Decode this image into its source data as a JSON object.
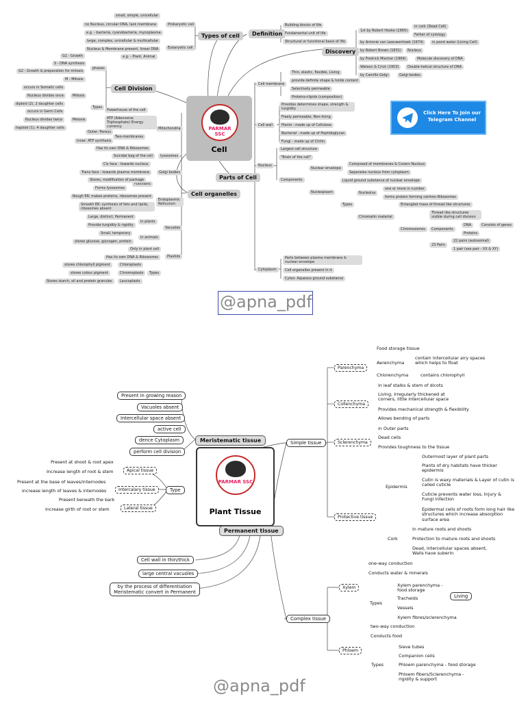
{
  "cell": {
    "title": "Cell",
    "logo": "PARMAR SSC",
    "types_hub": "Types of cell",
    "prokaryotic": "Prokaryotic cell",
    "eukaryotic": "Eukaryotic cell",
    "prok_items": [
      "small, simple, unicellular",
      "no Nucleus, circular DNA, lack membrane",
      "e.g. - bacteria, cyanobacteria, mycoplasma"
    ],
    "euk_items": [
      "large, complex, unicellular & multicellular",
      "Nucleus & Membrane present, linear DNA",
      "e.g. - Plant, Animal"
    ],
    "definition_hub": "Definition",
    "def_items": [
      "Building blocks of life",
      "Fundamental unit of life",
      "Structural or functional basis of life"
    ],
    "discovery_hub": "Discovery",
    "disc_items": [
      "1st by Robert Hooke (1665)",
      "by Antonie van Leeuwenhoek (1674)",
      "by Robert Brown (1831)",
      "by Fredrick Mischer (1869)",
      "Watson & Crick (1953)",
      "by Camillo Golgi"
    ],
    "disc_right": [
      "in cork (Dead Cell)",
      "Father of cytology",
      "in pond water (Living Cell)",
      "Nucleus",
      "Molecule discovery of DNA",
      "Double-helical structure of DNA",
      "Golgi bodies"
    ],
    "division_hub": "Cell Division",
    "phases": "phases",
    "phase_items": [
      "G1 - Growth",
      "S - DNA synthesis",
      "G2 - Growth & preparation for mitosis",
      "M - Mitosis"
    ],
    "types": "Types",
    "mitosis": "Mitosis",
    "meiosis": "Meiosis",
    "mitosis_items": [
      "occurs in Somatic cells",
      "Nucleus divides once",
      "diploid (2), 2 daughter cells"
    ],
    "meiosis_items": [
      "occurs in Germ Cells",
      "Nucleus divides twice",
      "haploid (1), 4 daughter cells"
    ],
    "organelles_hub": "Cell organelles",
    "mito": "Mitochondria",
    "mito_items": [
      "Powerhouse of the cell",
      "ATP (Adenosine Triphosphate) Energy currency",
      "Has its own DNA & Ribosomes"
    ],
    "two_membranes": "Two-membranes",
    "membranes": [
      "Outer: Porous",
      "Inner: ATP synthesis"
    ],
    "lysosomes": "lysosomes",
    "lyso_item": "Suicidal bag of the cell",
    "golgi": "Golgi bodies",
    "golgi_items": [
      "Cis face - towards nucleus",
      "Trans face - towards plasma membrane"
    ],
    "functions": "Functions",
    "func_items": [
      "Stores, modification of package",
      "Forms lysosomes"
    ],
    "er": "Endoplasmic Reticulum",
    "er_items": [
      "Rough ER: makes proteins, ribosomes present",
      "Smooth ER: synthesis of fats and lipids, ribosomes absent"
    ],
    "vacuoles": "Vacuoles",
    "in_plants": "in plants",
    "in_animals": "in animals",
    "vac_plant": [
      "Large, distinct, Permanent",
      "Provide turgidity & rigidity"
    ],
    "vac_animal": [
      "Small, temporary",
      "stores glucose, glycogen, protein"
    ],
    "plastids": "Plastids",
    "plastid_items": [
      "Only in plant cell",
      "Has its own DNA & Ribosomes"
    ],
    "plastid_types": "Types",
    "chloro": [
      "stores chlorophyll pigment",
      "Chloroplasts"
    ],
    "chromo": [
      "stores colour pigment",
      "Chromoplasts"
    ],
    "leuco": [
      "Stores starch, oil and protein granules",
      "Leucoplasts"
    ],
    "parts_hub": "Parts of Cell",
    "membrane": "Cell membrane",
    "membrane_items": [
      "Thin, elastic, flexible, Living",
      "provide definite shape & holds content",
      "Selectively permeable",
      "Proteins+lipids (composition)"
    ],
    "wall": "Cell wall",
    "wall_items": [
      "Provides determines shape, strength & turgidity",
      "Freely permeable, Non-living",
      "Plants - made up of Cellulose",
      "Bacterial - made up of Peptidoglycan",
      "Fungi - made up of Chitin"
    ],
    "nucleus": "Nucleus",
    "nucleus_items": [
      "Largest cell structure",
      "\"Brain of the cell\""
    ],
    "components": "Components",
    "envelope": "Nuclear envelope",
    "env_items": [
      "Composed of membranes & Covers Nucleus",
      "Separates nucleus from cytoplasm"
    ],
    "nucleoplasm": "Nucleoplasm",
    "nucleoplasm_item": "Liquid ground substance of nuclear envelope",
    "types2": "Types",
    "nucleolus": "Nucleolus",
    "nucleolus_items": [
      "one or more in number",
      "forms protein forming centres-Ribosomes"
    ],
    "chromatin": "Chromatin material",
    "chromatin_item": "Entangled mass of thread like structures",
    "chromosomes": "Chromosomes",
    "chromo_item": "Thread like structures visible during cell division",
    "components2": "Components",
    "dna": "DNA",
    "dna_right": "Consists of genes",
    "proteins": "Proteins",
    "pairs": "23 Pairs",
    "pair_items": [
      "22 pairs (autosomal)",
      "1 pair (sex pair - XX & XY)"
    ],
    "cytoplasm": "Cytoplasm",
    "cyto_items": [
      "Parts between plasma membrane & nuclear envelope",
      "Cell organelles present in it",
      "Cytos: Aqueous ground substance"
    ],
    "telegram": "Click Here To Join our Telegram Channel",
    "watermark": "@apna_pdf"
  },
  "plant": {
    "title": "Plant Tissue",
    "logo": "PARMAR SSC",
    "meristematic": "Meristematic tissue",
    "mer_items": [
      "Present in growing reason",
      "Vacuoles absent",
      "Intercellular space absent",
      "active cell",
      "dence Cytoplasm",
      "perform cell division"
    ],
    "type": "Type",
    "apical": "Apical tissue",
    "apical_items": [
      "Present at shoot & root apex",
      "Increase length of root & stem"
    ],
    "intercalary": "Intercalary tissue",
    "inter_items": [
      "Present at the base of leaves/internodes",
      "increase length of leaves & internodes"
    ],
    "lateral": "Lateral tissue",
    "lateral_items": [
      "Present beneath the bark",
      "increase girth of root or stem"
    ],
    "permanent": "Permanent tissue",
    "perm_items": [
      "Cell wall in thin/thick",
      "large central vacuoles",
      "by the process of differentiation Meristematic convert in Permanent"
    ],
    "simple": "Simple tissue",
    "parenchyma": "Parenchyma",
    "par_items": [
      "Food storage tissue",
      "Aerenchyma",
      "Chlorenchyma"
    ],
    "aer_desc": "contain intercellular airy spaces which helps to float",
    "chl_desc": "contains chlorophyll",
    "collenchyma": "Collenchyma",
    "col_items": [
      "in leaf stalks & stem of dicots",
      "Living, Irregularly thickened at corners, little intercellular space",
      "Provides mechanical strength & flexibility",
      "Allows bending of parts"
    ],
    "sclerenchyma": "Sclerenchyma",
    "scl_items": [
      "in Outer parts",
      "Dead cells",
      "Provides toughness to the tissue"
    ],
    "protective": "Protective tissue",
    "epidermis": "Epidermis",
    "epi_items": [
      "Outermost layer of plant parts",
      "Plants of dry habitats have thicker epidermis",
      "Cutin is waxy materials & Layer of cutin is called cuticle",
      "Cuticle prevents water loss, Injury & Fungi infection",
      "Epidermal cells of roots form long hair like structures which increase absorption surface area"
    ],
    "cork": "Cork",
    "cork_items": [
      "in mature roots and shoots",
      "Protection to mature roots and shoots",
      "Dead, intercellular spaces absent, Walls have suberin"
    ],
    "complex": "Complex tissue",
    "xylem": "Xylem",
    "xylem_items": [
      "one-way conduction",
      "Conducts water & minerals"
    ],
    "xylem_types": "Types",
    "xylem_type_items": [
      "Xylem parenchyma - food storage",
      "Tracheids",
      "Vessels",
      "Xylem fibres/sclerenchyma"
    ],
    "living": "Living",
    "phloem": "Phloem",
    "phloem_items": [
      "two-way conduction",
      "Conducts food"
    ],
    "phloem_types": "Types",
    "phloem_type_items": [
      "Sieve tubes",
      "Companion cells",
      "Phloem parenchyma - food storage",
      "Phloem fibers/Sclerenchyma - rigidity & support"
    ],
    "watermark": "@apna_pdf"
  },
  "colors": {
    "telegram": "#1e88e5",
    "logo_red": "#c62828",
    "logo_pink": "#e91e63",
    "watermark_box": "#3949ab"
  },
  "icons": [
    "bear-logo-icon",
    "telegram-icon"
  ]
}
